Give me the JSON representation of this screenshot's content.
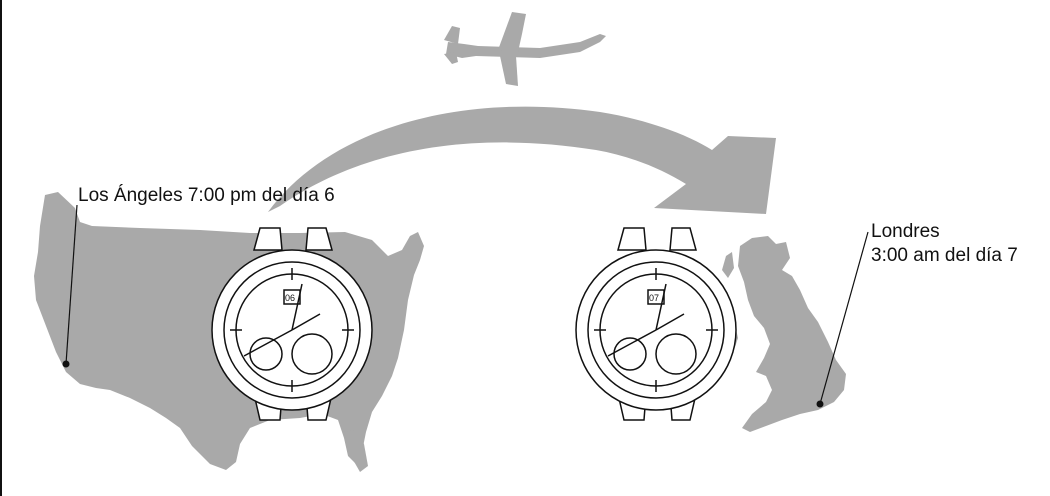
{
  "origin": {
    "label": "Los Ángeles 7:00 pm del día 6",
    "watch_date": "06"
  },
  "destination": {
    "city": "Londres",
    "time": "3:00 am del día 7",
    "watch_date": "07"
  },
  "colors": {
    "map_fill": "#a9a9a9",
    "arrow_fill": "#a9a9a9",
    "plane_fill": "#a9a9a9",
    "line": "#111111"
  },
  "icons": [
    "airplane-icon",
    "flight-arrow-icon",
    "usa-map-icon",
    "uk-map-icon",
    "watch-icon"
  ]
}
